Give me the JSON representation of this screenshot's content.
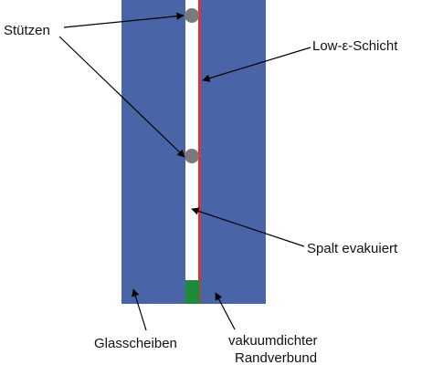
{
  "labels": {
    "supports": "Stützen",
    "low_e_layer": "Low-ε-Schicht",
    "gap": "Spalt evakuiert",
    "panes": "Glasscheiben",
    "edge_seal_line1": "vakuumdichter",
    "edge_seal_line2": "Randverbund"
  },
  "colors": {
    "glass": "#4a64a8",
    "low_e": "#e0303a",
    "support": "#7a7a7a",
    "edge_seal": "#1f8a3c",
    "line": "#000000"
  }
}
